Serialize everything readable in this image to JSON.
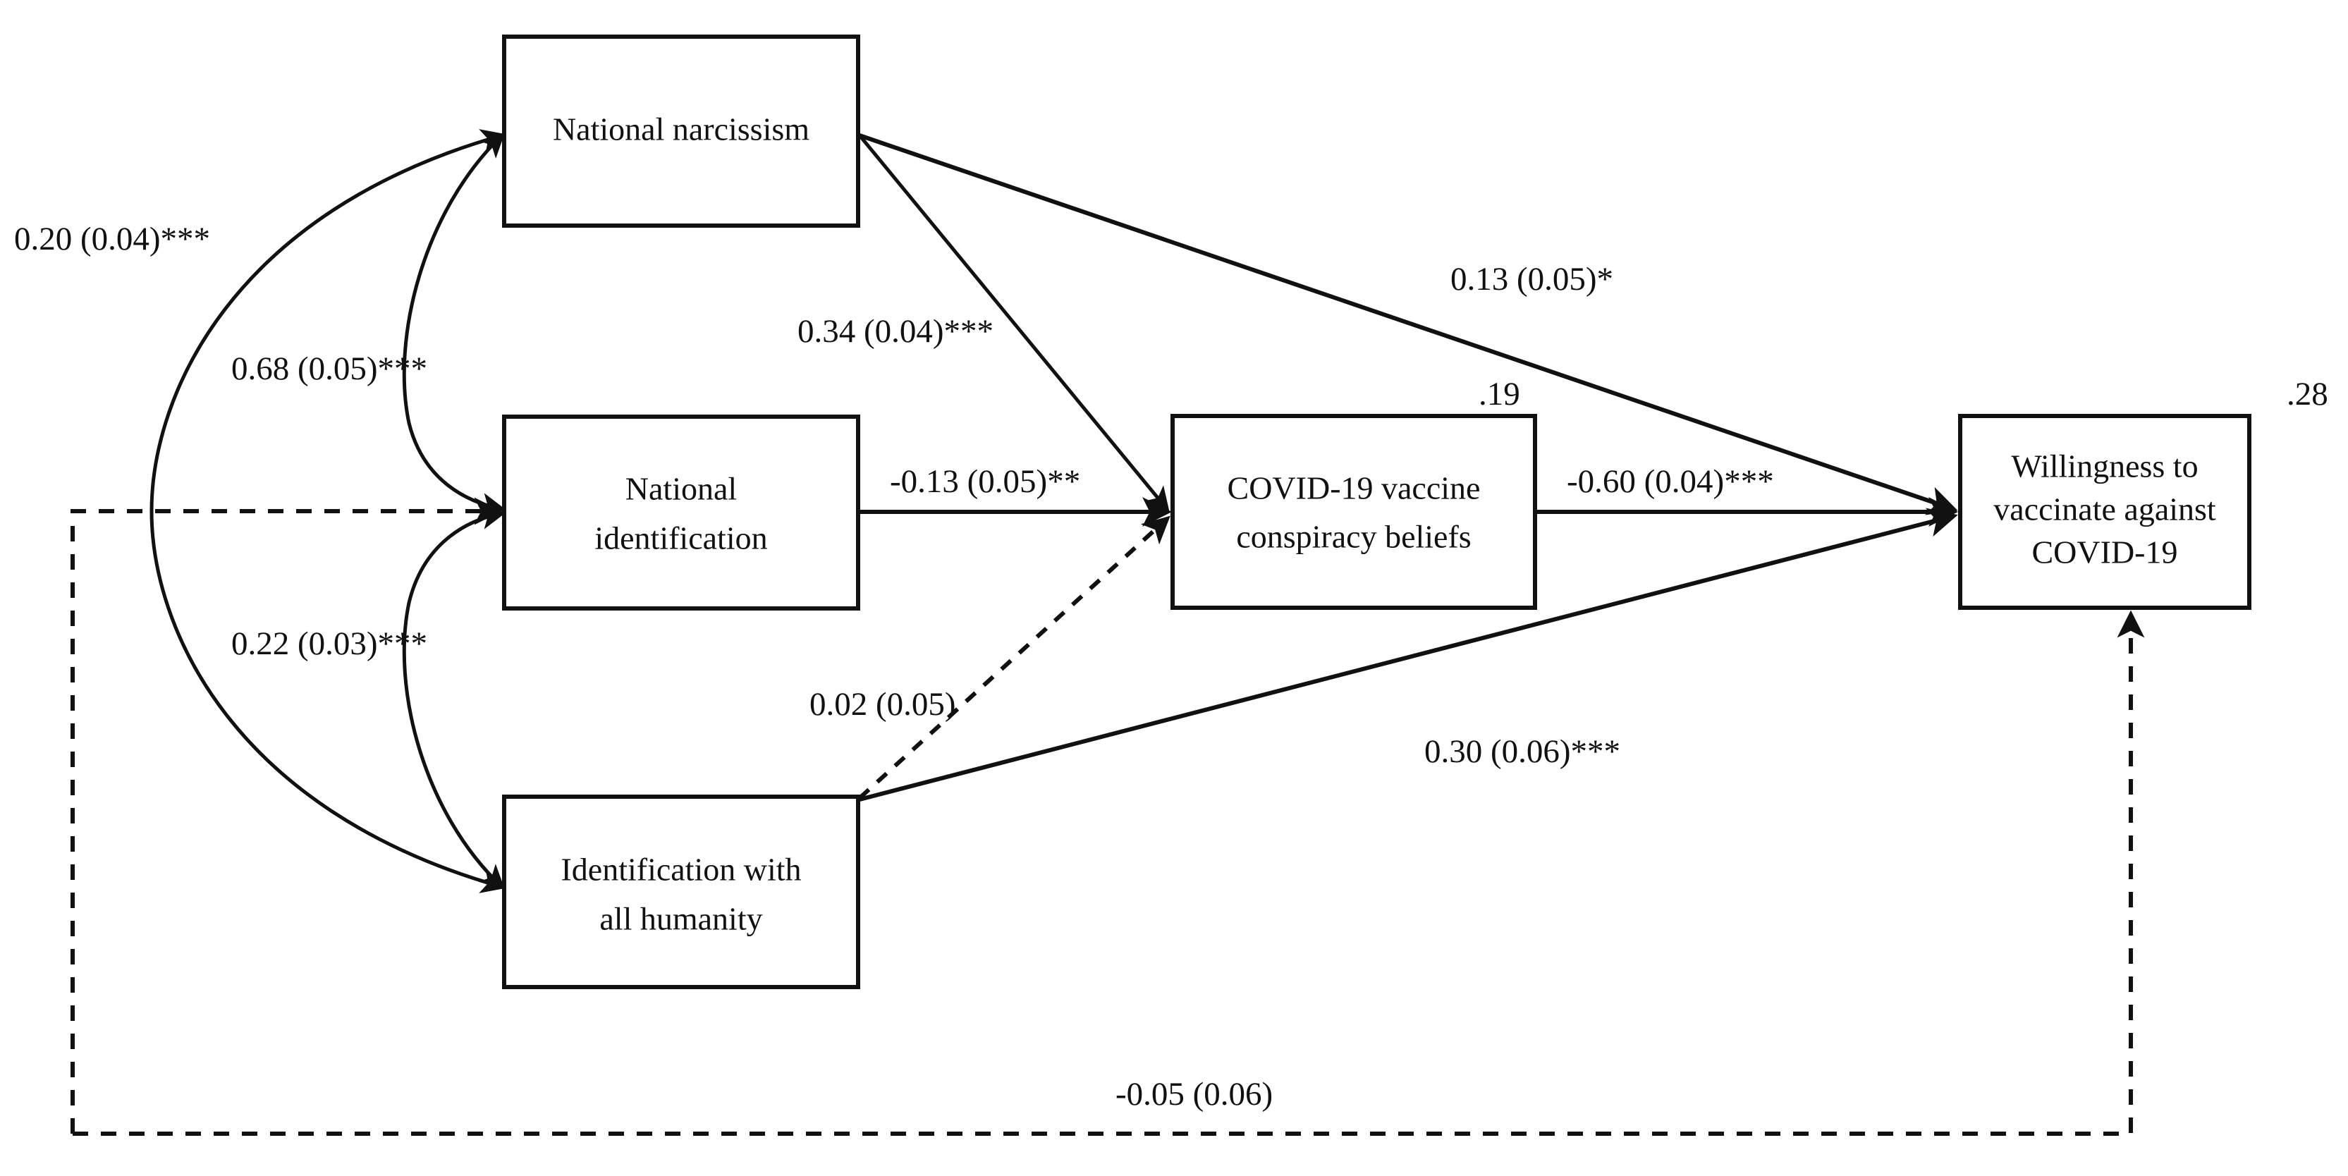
{
  "figure": {
    "type": "path-diagram",
    "background_color": "#ffffff",
    "line_color": "#111111"
  },
  "nodes": [
    {
      "id": "national-narcissism",
      "label_line1": "National narcissism",
      "label_line2": ""
    },
    {
      "id": "national-identification",
      "label_line1": "National",
      "label_line2": "identification"
    },
    {
      "id": "identification-all-humanity",
      "label_line1": "Identification with",
      "label_line2": "all humanity"
    },
    {
      "id": "covid-conspiracy",
      "label_line1": "COVID-19 vaccine",
      "label_line2": "conspiracy beliefs"
    },
    {
      "id": "willingness",
      "label_line1": "Willingness to",
      "label_line2": "vaccinate against",
      "label_line3": "COVID-19"
    }
  ],
  "coefficients": {
    "narcissism_identification_corr": "0.68 (0.05)***",
    "narcissism_humanity_corr": "0.20 (0.04)***",
    "identification_humanity_corr": "0.22 (0.03)***",
    "narcissism_to_conspiracy": "0.34 (0.04)***",
    "identification_to_conspiracy": "-0.13 (0.05)**",
    "humanity_to_conspiracy": "0.02 (0.05)",
    "narcissism_to_willingness": "0.13 (0.05)*",
    "conspiracy_to_willingness": "-0.60 (0.04)***",
    "humanity_to_willingness": "0.30 (0.06)***",
    "identification_to_willingness": "-0.05 (0.06)"
  },
  "variance_explained": {
    "conspiracy_r2": ".19",
    "willingness_r2": ".28"
  }
}
